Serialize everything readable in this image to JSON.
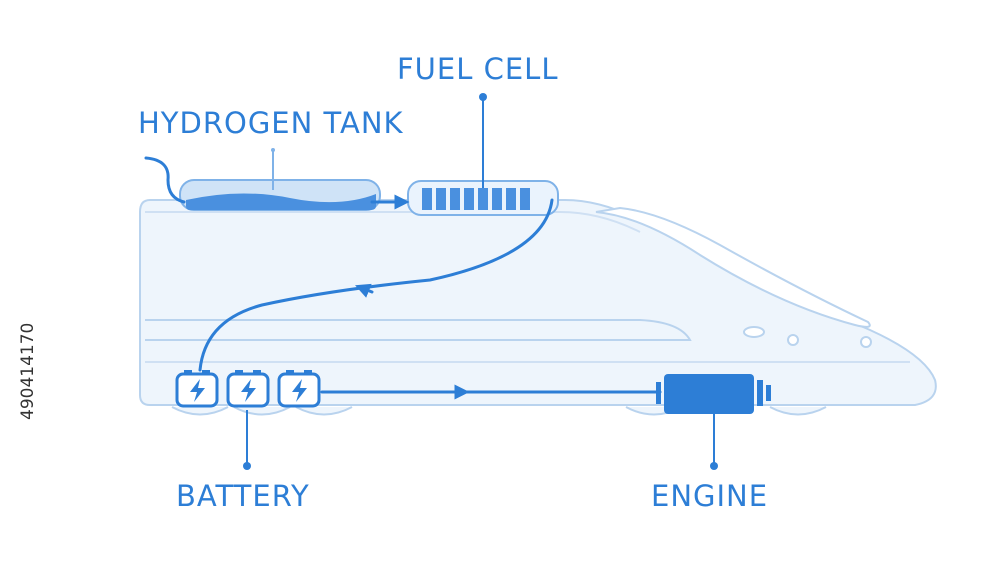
{
  "labels": {
    "fuel_cell": "FUEL CELL",
    "hydrogen_tank": "HYDROGEN TANK",
    "battery": "BATTERY",
    "engine": "ENGINE"
  },
  "stock_id": "490414170",
  "colors": {
    "accent": "#2d7ed6",
    "outline": "#b9d3ee",
    "body_fill": "#eef5fc",
    "tank_fill": "#4a90df"
  },
  "icons": {
    "battery": "lightning-bolt-icon",
    "flow": "arrow-head-icon"
  }
}
